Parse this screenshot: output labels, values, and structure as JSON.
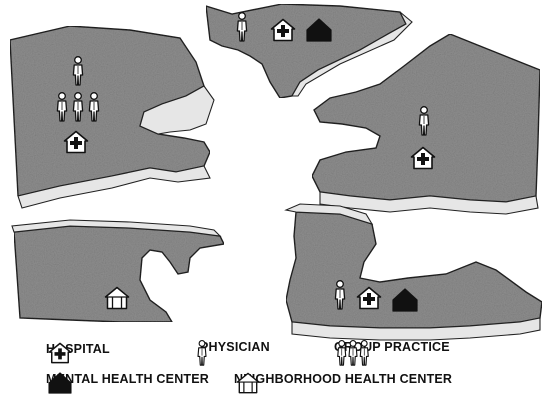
{
  "legend": {
    "hospital": "HOSPITAL",
    "physician": "PHYSICIAN",
    "group_practice": "GROUP PRACTICE",
    "mental_health_center": "MENTAL HEALTH CENTER",
    "neighborhood_health_center": "NEIGHBORHOOD HEALTH CENTER"
  },
  "regions": [
    {
      "id": "top-center",
      "facilities": [
        "physician",
        "hospital",
        "mental-health-center"
      ]
    },
    {
      "id": "left-upper",
      "facilities": [
        "physician",
        "group-practice",
        "hospital"
      ]
    },
    {
      "id": "right-middle",
      "facilities": [
        "physician",
        "hospital"
      ]
    },
    {
      "id": "left-lower",
      "facilities": [
        "neighborhood-health-center"
      ]
    },
    {
      "id": "right-lower",
      "facilities": [
        "physician",
        "hospital",
        "mental-health-center"
      ]
    }
  ],
  "colors": {
    "region_fill": "#8f8f8f",
    "region_edge": "#d9d9d9",
    "ink": "#111111",
    "background": "#ffffff"
  }
}
